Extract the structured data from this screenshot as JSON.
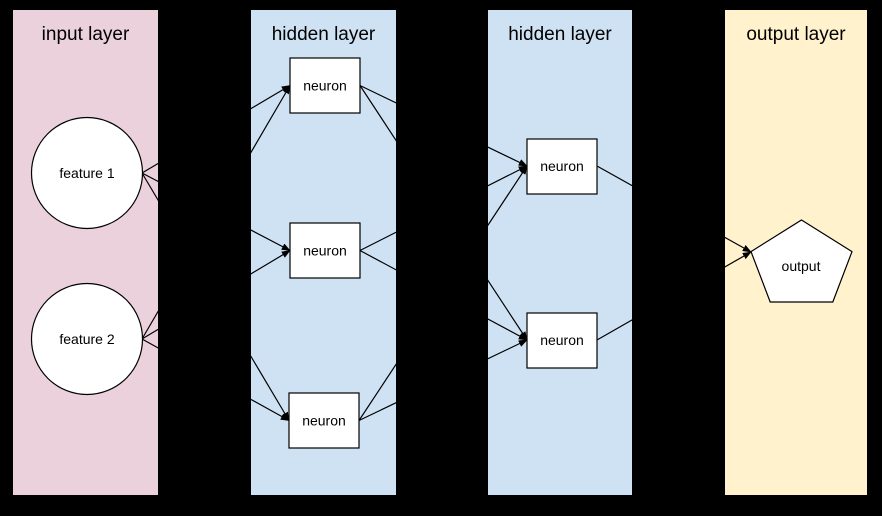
{
  "page": {
    "background": "#000000",
    "node_fill": "#ffffff",
    "line_color": "#000000"
  },
  "layers": [
    {
      "id": "input",
      "label": "input layer",
      "color": "#ead1dc"
    },
    {
      "id": "hidden1",
      "label": "hidden layer",
      "color": "#cfe2f3"
    },
    {
      "id": "hidden2",
      "label": "hidden layer",
      "color": "#cfe2f3"
    },
    {
      "id": "output",
      "label": "output layer",
      "color": "#fff2cc"
    }
  ],
  "nodes": {
    "feature1": {
      "label": "feature 1",
      "shape": "circle",
      "layer": "input"
    },
    "feature2": {
      "label": "feature 2",
      "shape": "circle",
      "layer": "input"
    },
    "h1n1": {
      "label": "neuron",
      "shape": "rectangle",
      "layer": "hidden1"
    },
    "h1n2": {
      "label": "neuron",
      "shape": "rectangle",
      "layer": "hidden1"
    },
    "h1n3": {
      "label": "neuron",
      "shape": "rectangle",
      "layer": "hidden1"
    },
    "h2n1": {
      "label": "neuron",
      "shape": "rectangle",
      "layer": "hidden2"
    },
    "h2n2": {
      "label": "neuron",
      "shape": "rectangle",
      "layer": "hidden2"
    },
    "out": {
      "label": "output",
      "shape": "pentagon",
      "layer": "output"
    }
  },
  "edges": [
    {
      "from": "feature1",
      "to": "h1n1"
    },
    {
      "from": "feature1",
      "to": "h1n2"
    },
    {
      "from": "feature1",
      "to": "h1n3"
    },
    {
      "from": "feature2",
      "to": "h1n1"
    },
    {
      "from": "feature2",
      "to": "h1n2"
    },
    {
      "from": "feature2",
      "to": "h1n3"
    },
    {
      "from": "h1n1",
      "to": "h2n1"
    },
    {
      "from": "h1n1",
      "to": "h2n2"
    },
    {
      "from": "h1n2",
      "to": "h2n1"
    },
    {
      "from": "h1n2",
      "to": "h2n2"
    },
    {
      "from": "h1n3",
      "to": "h2n1"
    },
    {
      "from": "h1n3",
      "to": "h2n2"
    },
    {
      "from": "h2n1",
      "to": "out"
    },
    {
      "from": "h2n2",
      "to": "out"
    }
  ]
}
